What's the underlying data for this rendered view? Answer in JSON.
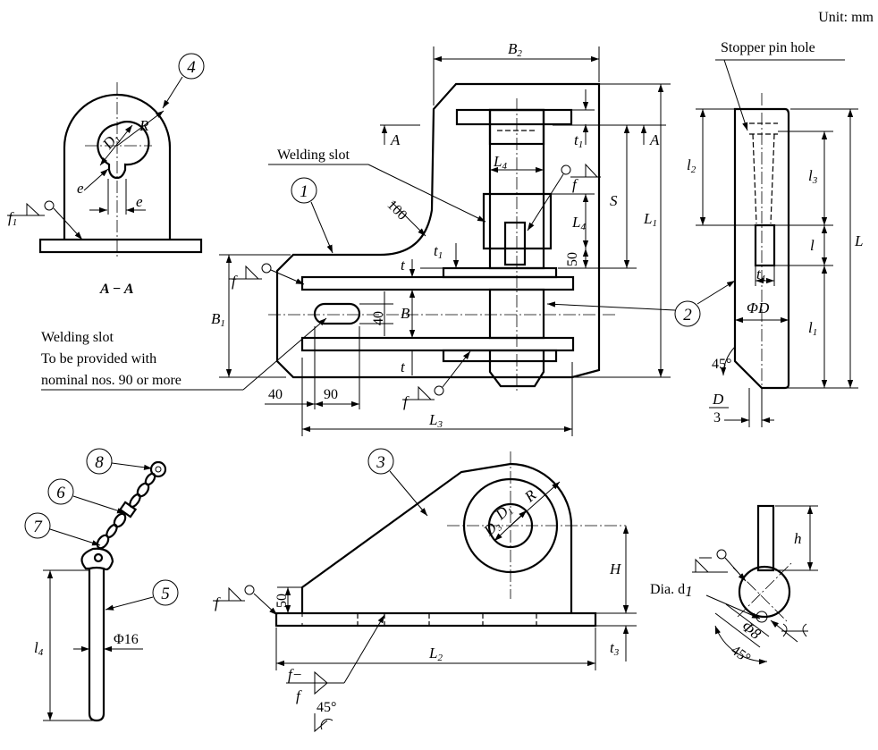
{
  "unit_label": "Unit: mm",
  "notes": {
    "stopper_pin_hole": "Stopper pin hole",
    "welding_slot_top": "Welding slot",
    "welding_slot_bottom": "Welding slot",
    "slot_note_line1": "To be provided with",
    "slot_note_line2": "nominal nos. 90 or more",
    "section_label": "A − A",
    "dia_d1": "Dia. d",
    "dia_d1_sub": "1"
  },
  "balloons": [
    "1",
    "2",
    "3",
    "4",
    "5",
    "6",
    "7",
    "8"
  ],
  "dimensions": {
    "B2": "B",
    "B2_sub": "2",
    "L1": "L",
    "L1_sub": "1",
    "S": "S",
    "t1": "t",
    "t1_sub": "1",
    "L4": "L",
    "L4_sub": "4",
    "L4b": "L",
    "L4b_sub": "4",
    "n50a": "50",
    "t_a": "t",
    "t1b": "t",
    "t1b_sub": "1",
    "B": "B",
    "n40a": "40",
    "B1": "B",
    "B1_sub": "1",
    "t_b": "t",
    "n40b": "40",
    "n90": "90",
    "L3": "L",
    "L3_sub": "3",
    "n100": "100",
    "sec_A1": "A",
    "sec_A2": "A",
    "R4": "R",
    "D1_4": "D",
    "D1_4_sub": "1",
    "e1": "e",
    "e2": "e",
    "L2": "l",
    "L2_sub": "2",
    "L3r": "l",
    "L3r_sub": "3",
    "l": "l",
    "L": "L",
    "l1": "l",
    "l1_sub": "1",
    "t4": "t",
    "t4_sub": "4",
    "phiD": "ΦD",
    "deg45a": "45°",
    "D3num": "D",
    "D3den": "3",
    "R3": "R",
    "D1_3": "D",
    "D1_3_sub": "1",
    "D3_3": "D",
    "D3_3_sub": "3",
    "H": "H",
    "n50b": "50",
    "L2b": "L",
    "L2b_sub": "2",
    "t3": "t",
    "t3_sub": "3",
    "l4p": "l",
    "l4p_sub": "4",
    "phi16": "Φ16",
    "h": "h",
    "phi8": "Φ8",
    "deg45b": "45°",
    "deg45c": "45°"
  },
  "weld_symbols": {
    "f1": "f",
    "f1_sub": "1",
    "f_a": "f",
    "f_b": "f",
    "f_c": "f",
    "f_d": "f",
    "f_minus": "f−",
    "f_e": "f"
  }
}
